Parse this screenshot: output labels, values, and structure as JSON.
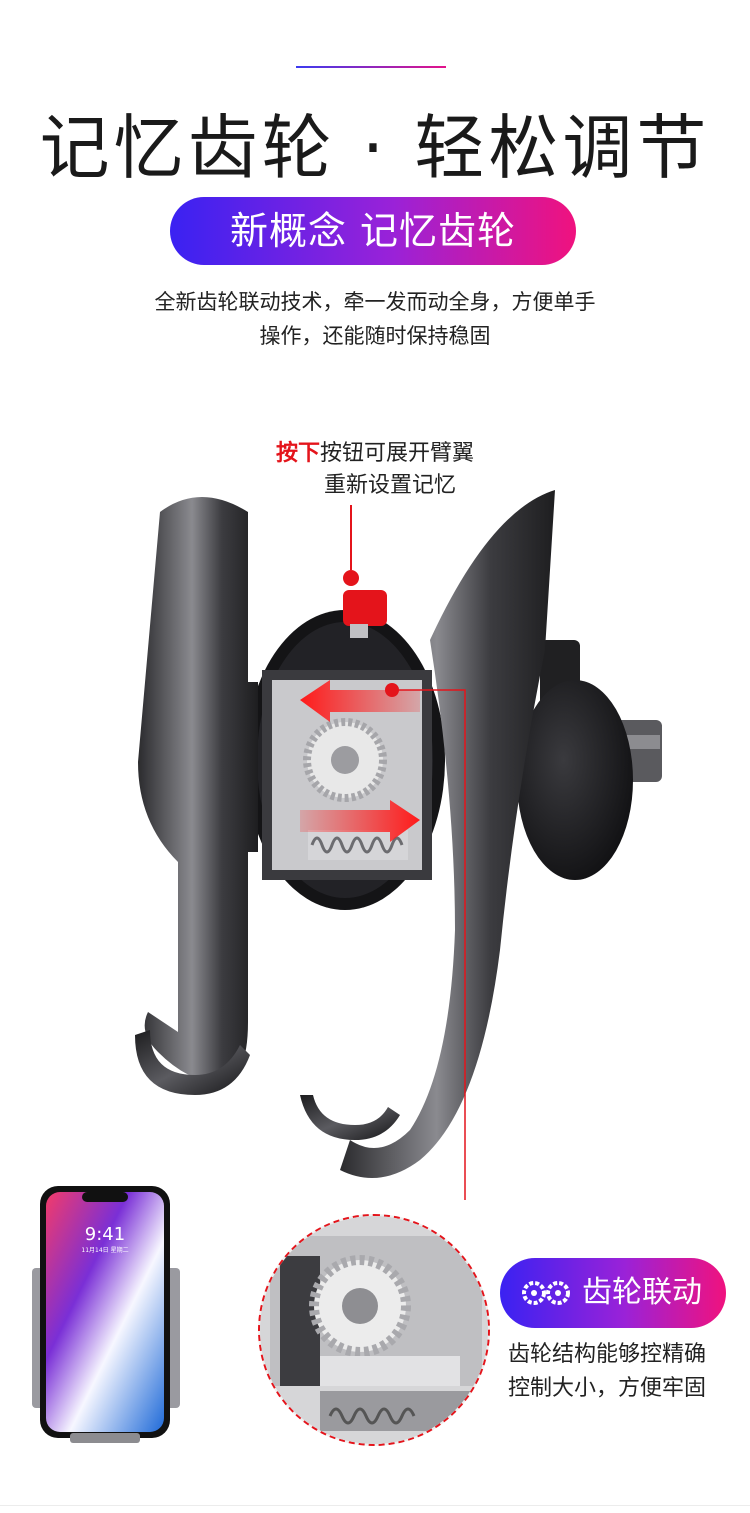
{
  "header": {
    "title": "记忆齿轮 · 轻松调节",
    "pill": "新概念 记忆齿轮",
    "desc_line1": "全新齿轮联动技术，牵一发而动全身，方便单手",
    "desc_line2": "操作，还能随时保持稳固"
  },
  "callout": {
    "highlight": "按下",
    "rest": "按钮可展开臂翼",
    "line2": "重新设置记忆"
  },
  "feature": {
    "badge": "齿轮联动",
    "icon": "gears-icon",
    "desc_line1": "齿轮结构能够控精确",
    "desc_line2": "控制大小，方便牢固"
  },
  "phone": {
    "time": "9:41",
    "date": "11月14日 星期二"
  },
  "colors": {
    "accent_red": "#e4141b",
    "gradient_start": "#3a22f2",
    "gradient_end": "#f0127e"
  }
}
